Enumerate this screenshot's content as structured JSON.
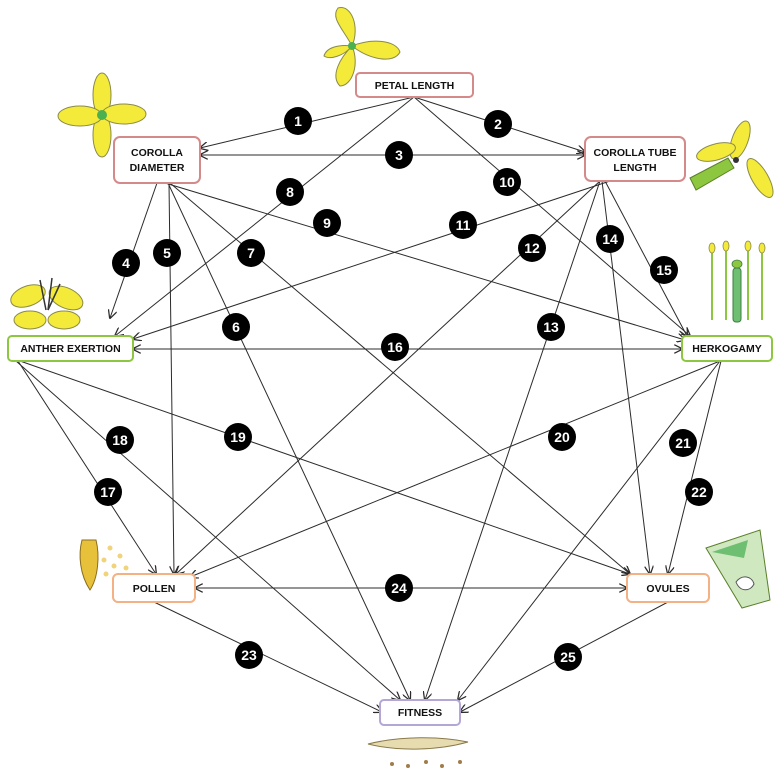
{
  "diagram": {
    "colors": {
      "trait_border": "#d48a8a",
      "green_border": "#8dc63f",
      "reproductive_border": "#f4b183",
      "fitness_border": "#b4a7d6",
      "flower_yellow": "#f3ea3a",
      "flower_outline": "#8a8a4a",
      "badge_fill": "#000000",
      "badge_text": "#ffffff",
      "arrow": "#2b2b2b"
    },
    "nodes": [
      {
        "id": "petal",
        "lines": [
          "PETAL LENGTH"
        ],
        "color": "#d48a8a"
      },
      {
        "id": "corolla",
        "lines": [
          "COROLLA",
          "DIAMETER"
        ],
        "color": "#d48a8a"
      },
      {
        "id": "tube",
        "lines": [
          "COROLLA TUBE",
          "LENGTH"
        ],
        "color": "#d48a8a"
      },
      {
        "id": "anther",
        "lines": [
          "ANTHER EXERTION"
        ],
        "color": "#8dc63f"
      },
      {
        "id": "herko",
        "lines": [
          "HERKOGAMY"
        ],
        "color": "#8dc63f"
      },
      {
        "id": "pollen",
        "lines": [
          "POLLEN"
        ],
        "color": "#f4b183"
      },
      {
        "id": "ovules",
        "lines": [
          "OVULES"
        ],
        "color": "#f4b183"
      },
      {
        "id": "fitness",
        "lines": [
          "FITNESS"
        ],
        "color": "#b4a7d6"
      }
    ],
    "edges": [
      {
        "num": "1",
        "from": "petal",
        "to": "corolla",
        "both": false
      },
      {
        "num": "2",
        "from": "petal",
        "to": "tube",
        "both": false
      },
      {
        "num": "3",
        "from": "corolla",
        "to": "tube",
        "both": true
      },
      {
        "num": "4",
        "from": "corolla",
        "to": "anther",
        "both": false
      },
      {
        "num": "5",
        "from": "corolla",
        "to": "pollen",
        "both": false
      },
      {
        "num": "6",
        "from": "corolla",
        "to": "fitness",
        "both": false
      },
      {
        "num": "7",
        "from": "corolla",
        "to": "ovules",
        "both": false
      },
      {
        "num": "8",
        "from": "petal",
        "to": "anther",
        "both": false
      },
      {
        "num": "9",
        "from": "corolla",
        "to": "herko",
        "both": false
      },
      {
        "num": "10",
        "from": "petal",
        "to": "herko",
        "both": false
      },
      {
        "num": "11",
        "from": "tube",
        "to": "anther",
        "both": false
      },
      {
        "num": "12",
        "from": "tube",
        "to": "pollen",
        "both": false
      },
      {
        "num": "13",
        "from": "tube",
        "to": "fitness",
        "both": false
      },
      {
        "num": "14",
        "from": "tube",
        "to": "ovules",
        "both": false
      },
      {
        "num": "15",
        "from": "tube",
        "to": "herko",
        "both": false
      },
      {
        "num": "16",
        "from": "anther",
        "to": "herko",
        "both": true
      },
      {
        "num": "17",
        "from": "anther",
        "to": "pollen",
        "both": false
      },
      {
        "num": "18",
        "from": "anther",
        "to": "fitness",
        "both": false
      },
      {
        "num": "19",
        "from": "anther",
        "to": "ovules",
        "both": false
      },
      {
        "num": "20",
        "from": "herko",
        "to": "pollen",
        "both": false
      },
      {
        "num": "21",
        "from": "herko",
        "to": "fitness",
        "both": false
      },
      {
        "num": "22",
        "from": "herko",
        "to": "ovules",
        "both": false
      },
      {
        "num": "23",
        "from": "pollen",
        "to": "fitness",
        "both": false
      },
      {
        "num": "24",
        "from": "pollen",
        "to": "ovules",
        "both": true
      },
      {
        "num": "25",
        "from": "ovules",
        "to": "fitness",
        "both": false
      }
    ],
    "illustrations": [
      {
        "name": "petal-flower-illustration",
        "depicts": "yellow flower petals"
      },
      {
        "name": "corolla-flower-illustration",
        "depicts": "four-petal yellow flower top view"
      },
      {
        "name": "tube-flower-illustration",
        "depicts": "yellow flower side view with green tube"
      },
      {
        "name": "anther-flower-illustration",
        "depicts": "yellow flower with exerted anthers"
      },
      {
        "name": "herkogamy-illustration",
        "depicts": "stamens and pistil"
      },
      {
        "name": "pollen-illustration",
        "depicts": "anther with pollen grains"
      },
      {
        "name": "ovules-illustration",
        "depicts": "green ovary with ovules"
      },
      {
        "name": "fitness-illustration",
        "depicts": "seed pod and seeds"
      }
    ]
  }
}
